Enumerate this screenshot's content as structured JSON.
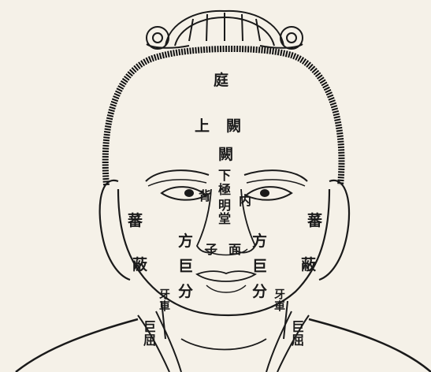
{
  "labels": {
    "ting": "庭",
    "shang": "上",
    "que_top": "闕",
    "que_mid": "闕",
    "xia": "下",
    "ji": "極",
    "bei": "背",
    "nei": "内",
    "ming_tang": "明堂",
    "zi": "子",
    "mian": "面",
    "fang_left": "方",
    "ju_left": "巨",
    "fen_left": "分",
    "fang_right": "方",
    "ju_right": "巨",
    "fen_right": "分",
    "fan_left": "蕃",
    "fan_right": "蕃",
    "bi_left": "蔽",
    "bi_right": "蔽",
    "ya_che_left": "牙車",
    "ya_che_right": "牙車",
    "ju_qu_left": "巨屈",
    "ju_qu_right": "巨屈"
  }
}
